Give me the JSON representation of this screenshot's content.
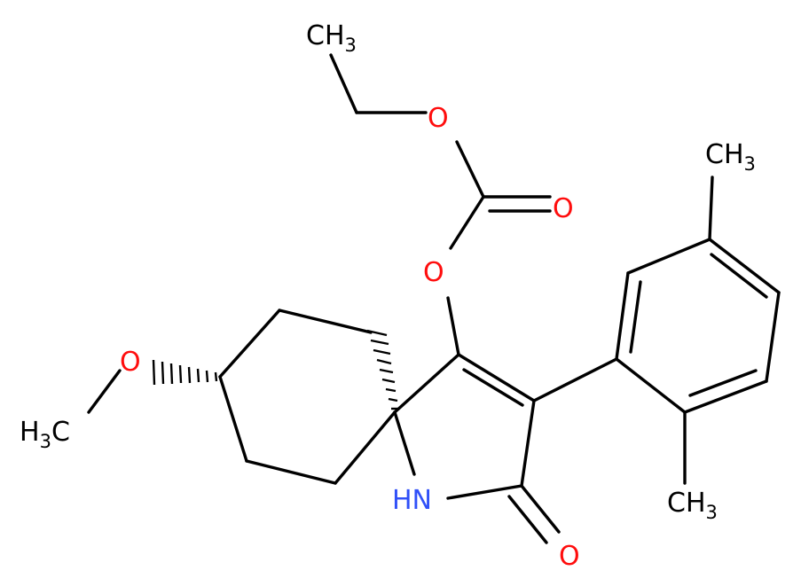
{
  "molecule": {
    "colors": {
      "carbon": "#000000",
      "oxygen": "#ff0d0d",
      "nitrogen": "#3050f8",
      "background": "#ffffff"
    },
    "labels": {
      "ch3_top": {
        "main": "CH",
        "sub": "3"
      },
      "ch3_ring_top": {
        "main": "CH",
        "sub": "3"
      },
      "ch3_ring_bottom": {
        "main": "CH",
        "sub": "3"
      },
      "h3c_left": {
        "prefix": "H",
        "sub": "3",
        "main": "C"
      },
      "o_ester": "O",
      "o_carbonyl": "O",
      "o_enol": "O",
      "o_methoxy": "O",
      "o_lactam": "O",
      "nh": "HN"
    }
  }
}
